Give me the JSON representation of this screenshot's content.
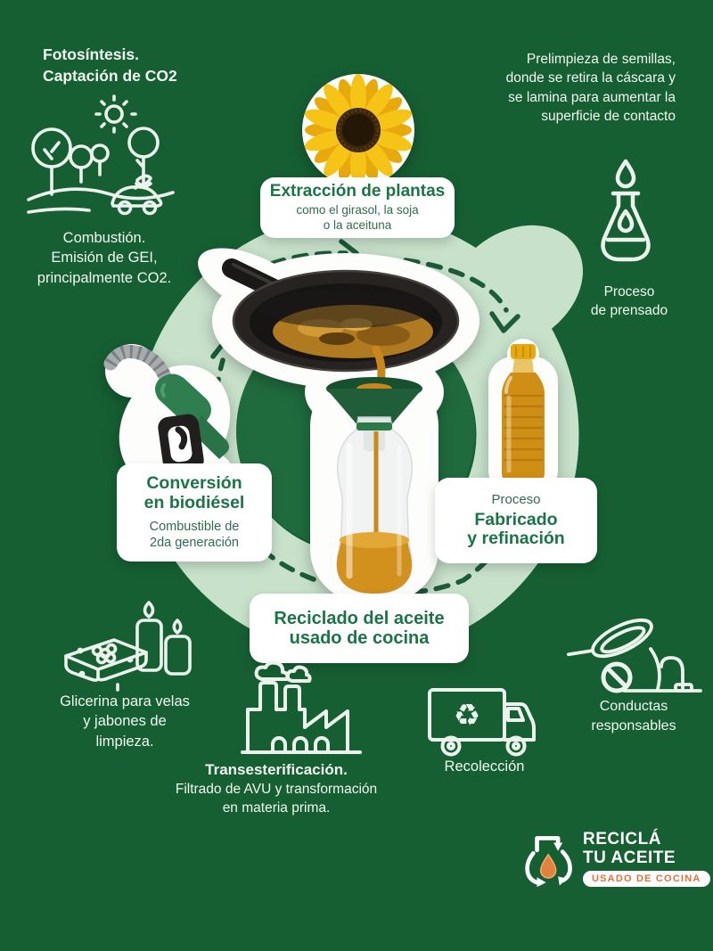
{
  "colors": {
    "background_green": "#165f33",
    "ring_light_green": "#c7e1cb",
    "inner_circle_green": "#1f6b3e",
    "dashed_arrow_green": "#1c5c38",
    "card_title_green": "#1b7447",
    "card_subtitle_green": "#2f6b50",
    "white_text": "#f0f6f0",
    "logo_orange": "#e0703a",
    "oil_amber": "#d2901c"
  },
  "top_left": {
    "title": "Fotosíntesis.\nCaptación de CO2",
    "combustion": "Combustión.\nEmisión de GEI,\nprincipalmente CO2."
  },
  "top_right": {
    "note": "Prelimpieza de semillas,\ndonde se retira la cáscara y\nse lamina para aumentar la\nsuperficie de contacto"
  },
  "pressing": {
    "label": "Proceso\nde prensado"
  },
  "cards": {
    "extraction": {
      "title": "Extracción de plantas",
      "subtitle": "como el girasol, la soja\no la aceituna"
    },
    "biodiesel": {
      "title": "Conversión\nen biodiésel",
      "subtitle": "Combustible de\n2da generación"
    },
    "refining": {
      "kicker": "Proceso",
      "title": "Fabricado\ny refinación"
    },
    "recycling": {
      "title": "Reciclado del aceite\nusado de cocina"
    }
  },
  "bottom_left": {
    "glycerin": "Glicerina para velas\ny jabones de\nlimpieza."
  },
  "bottom_center": {
    "title": "Transesterificación.",
    "text": "Filtrado de AVU y transformación\nen materia prima."
  },
  "collection": {
    "label": "Recolección"
  },
  "responsible": {
    "label": "Conductas\nresponsables"
  },
  "logo": {
    "line1": "RECICLÁ",
    "line2": "TU ACEITE",
    "badge": "USADO DE COCINA"
  },
  "icons_glyphs": {
    "recycle": "♻"
  },
  "icons": {
    "landscape": "trees-sun-eco-car",
    "flask": "erlenmeyer-flask-oil-drop",
    "sunflower": "sunflower-photo",
    "pan_funnel_bottle": "frying-pan-pouring-oil-into-bottle-photo",
    "nozzle": "fuel-pump-nozzle-photo",
    "oil_bottle": "vegetable-oil-bottle-photo",
    "soap_candles": "soap-and-candles",
    "factory": "factory",
    "truck": "recycling-truck",
    "pan_sink": "no-oil-down-the-sink",
    "logo": "recycle-flask-logo"
  }
}
